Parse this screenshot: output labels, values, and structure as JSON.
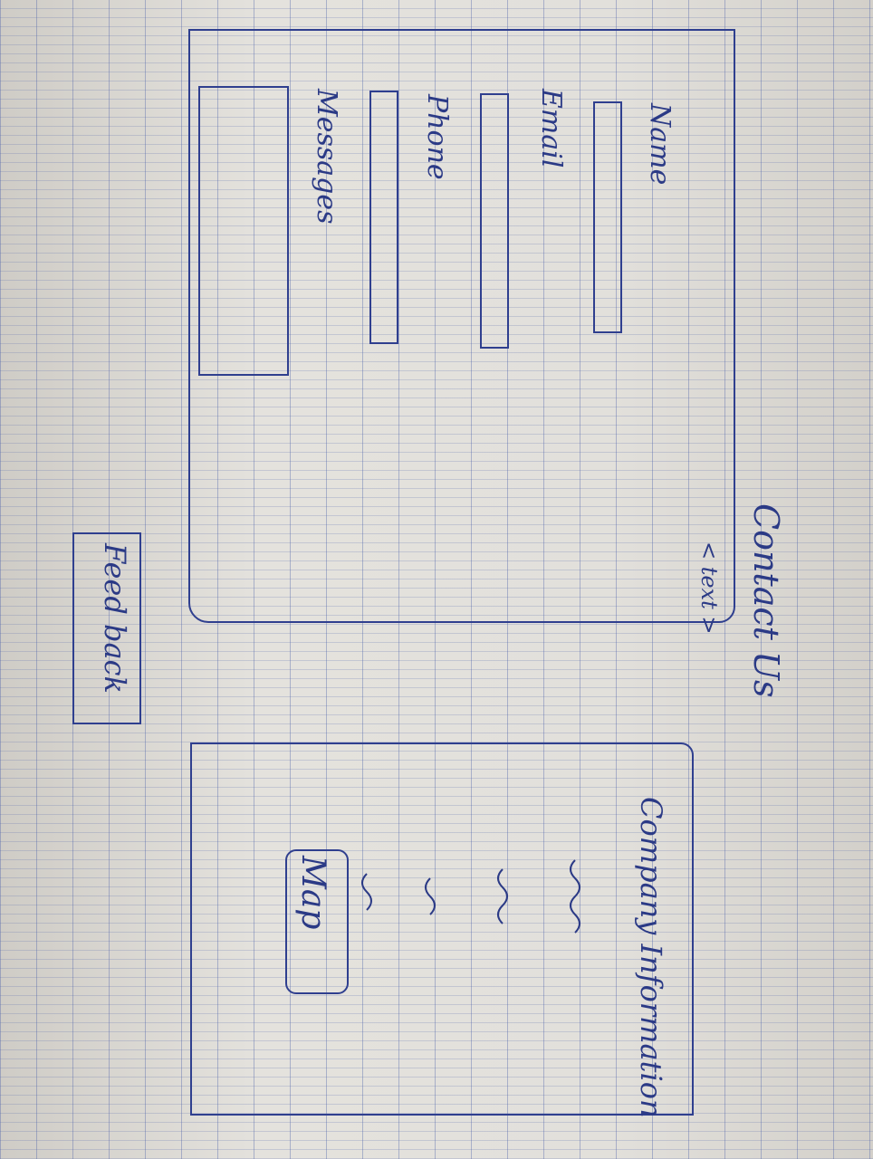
{
  "sketch": {
    "heading": "Contact Us",
    "subheading": "< text >",
    "form": {
      "fields": [
        {
          "label": "Name"
        },
        {
          "label": "Email"
        },
        {
          "label": "Phone"
        },
        {
          "label": "Messages"
        }
      ]
    },
    "feedback_button": "Feed back",
    "company_panel": {
      "title": "Company Information",
      "map_label": "Map"
    }
  }
}
